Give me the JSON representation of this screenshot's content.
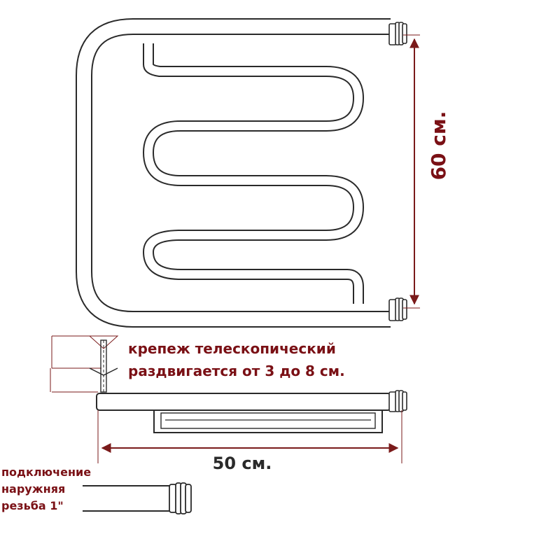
{
  "labels": {
    "height": "60 см.",
    "width": "50 см.",
    "mount_line1": "крепеж телескопический",
    "mount_line2": "раздвигается от 3 до 8 см.",
    "conn_line1": "подключение",
    "conn_line2": "наружняя",
    "conn_line3": "резьба 1\""
  },
  "colors": {
    "pipe": "#2a2a2a",
    "dimension": "#7a1a1a",
    "text": "#7a1015",
    "background": "#ffffff"
  }
}
